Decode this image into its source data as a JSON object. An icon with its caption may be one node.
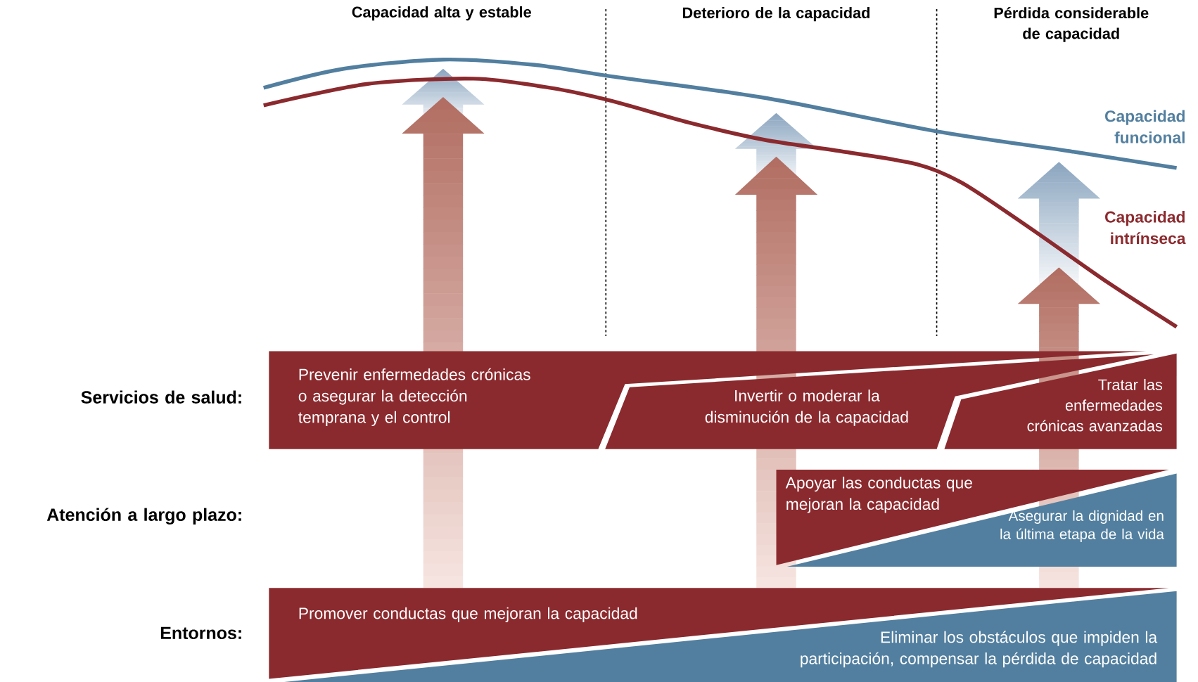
{
  "diagram": {
    "nodes": [
      {
        "text": [
          "Prevenir enfermedades crónicas o asegurar la detección temprana y el control"
        ]
      },
      {
        "text": [
          "Invertir o moderar la disminución de la capacidad"
        ]
      },
      {
        "text": [
          "Tratar las enfermedades crónicas avanzadas"
        ]
      },
      {
        "text": [
          "Apoyar las conductas que mejoran la capacidad"
        ]
      },
      {
        "text": [
          "Asegurar la dignidad en la última etapa de la vida"
        ]
      },
      {
        "text": [
          "Promover conductas que mejoran la capacidad"
        ]
      },
      {
        "text": [
          "Eliminar los obstáculos que impiden la participación, compensar la pérdida de capacidad"
        ]
      }
    ],
    "labels": [
      "Capacidad alta y estable",
      "Deterioro de la capacidad",
      "Pérdida considerable de capacidad",
      "Capacidad funcional",
      "Capacidad intrínseca",
      "Servicios de salud:",
      "Atención a largo plazo:",
      "Entornos:"
    ]
  }
}
